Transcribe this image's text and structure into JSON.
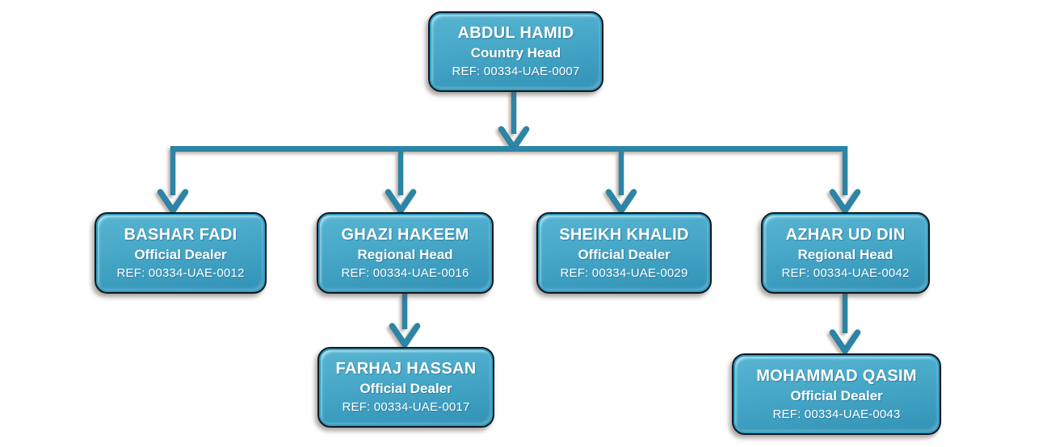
{
  "diagram": {
    "type": "org-chart",
    "colors": {
      "box_fill": "#49a9c9",
      "box_border": "#10181f",
      "box_inner_ring": "#2f9fc4",
      "connector": "#2c84a6",
      "text": "#ffffff",
      "background": "#ffffff"
    }
  },
  "nodes": [
    {
      "id": "abdul-hamid",
      "name": "ABDUL HAMID",
      "title": "Country Head",
      "ref": "REF: 00334-UAE-0007"
    },
    {
      "id": "bashar-fadi",
      "name": "BASHAR FADI",
      "title": "Official Dealer",
      "ref": "REF: 00334-UAE-0012"
    },
    {
      "id": "ghazi-hakeem",
      "name": "GHAZI HAKEEM",
      "title": "Regional Head",
      "ref": "REF: 00334-UAE-0016"
    },
    {
      "id": "sheikh-khalid",
      "name": "SHEIKH KHALID",
      "title": "Official Dealer",
      "ref": "REF: 00334-UAE-0029"
    },
    {
      "id": "azhar-ud-din",
      "name": "AZHAR UD DIN",
      "title": "Regional Head",
      "ref": "REF: 00334-UAE-0042"
    },
    {
      "id": "farhaj-hassan",
      "name": "FARHAJ HASSAN",
      "title": "Official Dealer",
      "ref": "REF: 00334-UAE-0017"
    },
    {
      "id": "mohammad-qasim",
      "name": "MOHAMMAD QASIM",
      "title": "Official Dealer",
      "ref": "REF: 00334-UAE-0043"
    }
  ],
  "edges": [
    {
      "from": "abdul-hamid",
      "to": "bashar-fadi"
    },
    {
      "from": "abdul-hamid",
      "to": "ghazi-hakeem"
    },
    {
      "from": "abdul-hamid",
      "to": "sheikh-khalid"
    },
    {
      "from": "abdul-hamid",
      "to": "azhar-ud-din"
    },
    {
      "from": "ghazi-hakeem",
      "to": "farhaj-hassan"
    },
    {
      "from": "azhar-ud-din",
      "to": "mohammad-qasim"
    }
  ]
}
